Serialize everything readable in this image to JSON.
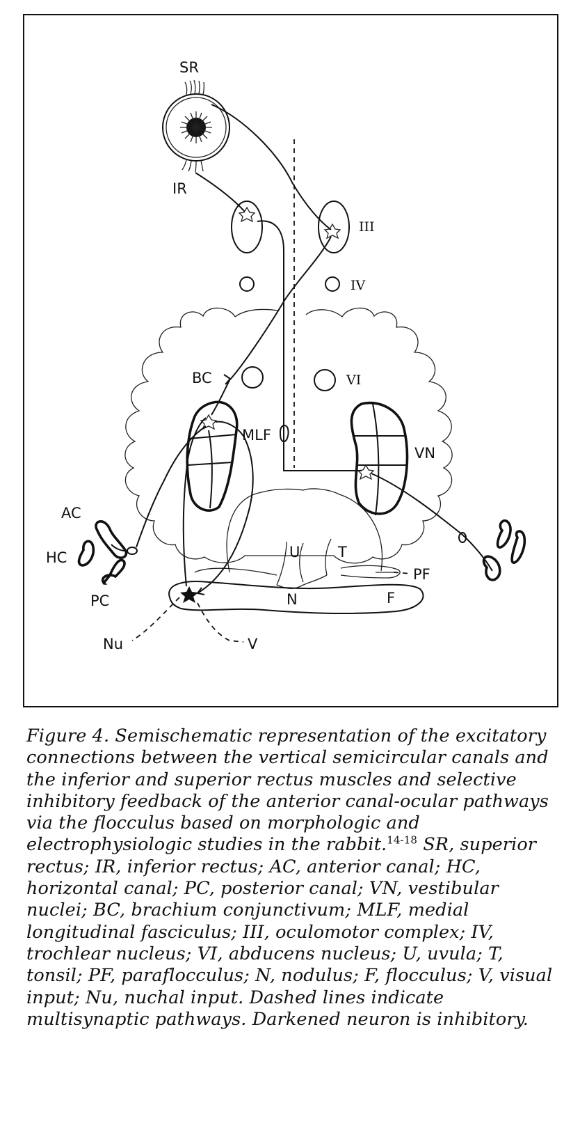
{
  "labels": {
    "sr": "SR",
    "ir": "IR",
    "iii": "III",
    "iv": "IV",
    "vi": "VI",
    "bc": "BC",
    "mlf": "MLF",
    "vn": "VN",
    "ac": "AC",
    "hc": "HC",
    "pc": "PC",
    "u": "U",
    "t": "T",
    "pf": "PF",
    "n": "N",
    "f": "F",
    "nu": "Nu",
    "v": "V"
  },
  "caption": {
    "lead": "Figure 4. Semischematic representation of the excitatory connections between the vertical semicircular canals and the inferior and superior rectus muscles and selective inhibitory feedback of the anterior canal-ocular pathways via the flocculus based on morphologic and electrophysiologic studies in the rabbit.",
    "refs": "14-18",
    "body": " SR, superior rectus; IR, inferior rectus; AC, anterior canal; HC, horizontal canal; PC, posterior canal; VN, vestibular nuclei; BC, brachium conjunctivum; MLF, medial longitudinal fasciculus; III, oculomotor complex; IV, trochlear nucleus; VI, abducens nucleus; U, uvula; T, tonsil; PF, paraflocculus; N, nodulus; F, flocculus; V, visual input; Nu, nuchal input. Dashed lines indicate multisynaptic pathways. Darkened neuron is inhibitory."
  }
}
